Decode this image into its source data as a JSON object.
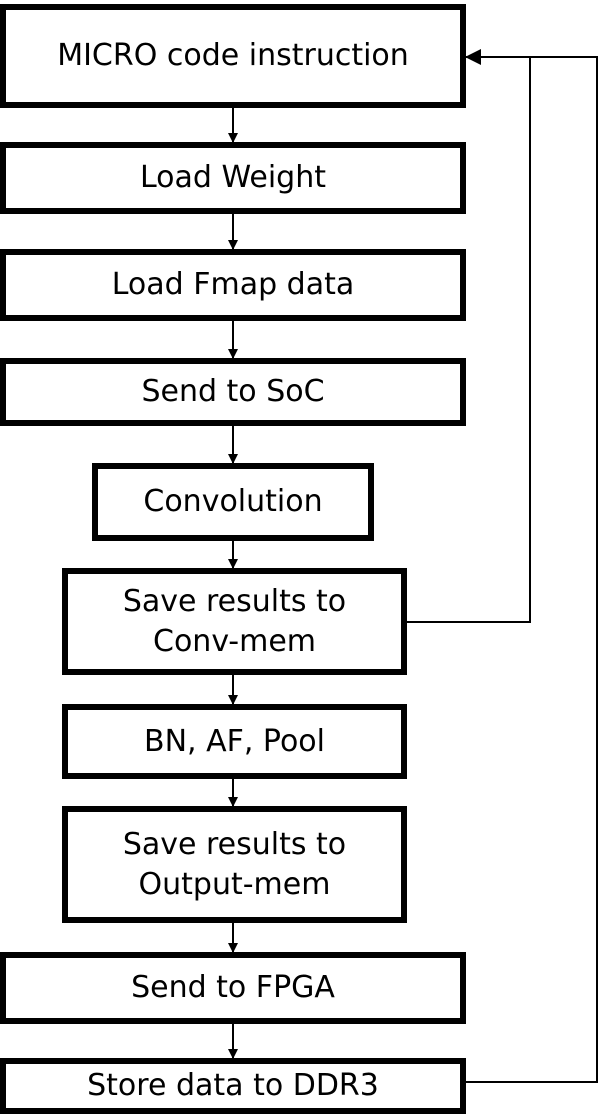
{
  "flowchart": {
    "steps": [
      {
        "lines": [
          "MICRO code instruction"
        ]
      },
      {
        "lines": [
          "Load Weight"
        ]
      },
      {
        "lines": [
          "Load Fmap data"
        ]
      },
      {
        "lines": [
          "Send to SoC"
        ]
      },
      {
        "lines": [
          "Convolution"
        ]
      },
      {
        "lines": [
          "Save results to",
          "Conv-mem"
        ]
      },
      {
        "lines": [
          "BN, AF, Pool"
        ]
      },
      {
        "lines": [
          "Save results to",
          "Output-mem"
        ]
      },
      {
        "lines": [
          "Send to FPGA"
        ]
      },
      {
        "lines": [
          "Store data to DDR3"
        ]
      }
    ]
  }
}
